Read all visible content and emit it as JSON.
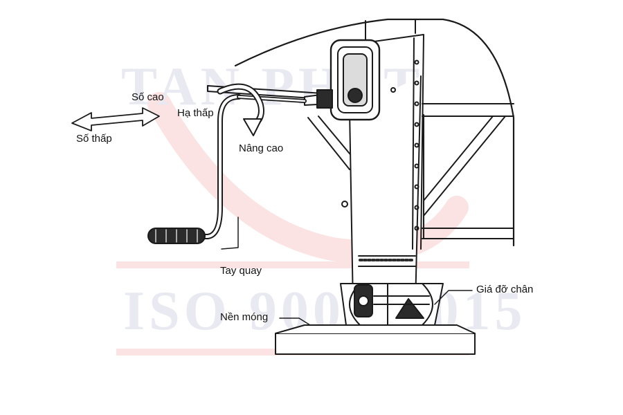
{
  "watermark": {
    "top_text": "TAN PHAT",
    "bottom_text": "ISO 9001:2015",
    "accent_color": "#fbe3e3",
    "text_color": "#e9e9f1"
  },
  "labels": {
    "high_gear": "Số cao",
    "low_gear": "Số thấp",
    "lower": "Hạ thấp",
    "raise": "Nâng cao",
    "crank_handle": "Tay quay",
    "foot_bracket": "Giá đỡ chân",
    "foundation": "Nền móng"
  },
  "colors": {
    "line": "#1a1a1a",
    "fill": "#ffffff",
    "dark": "#2b2b2b"
  }
}
